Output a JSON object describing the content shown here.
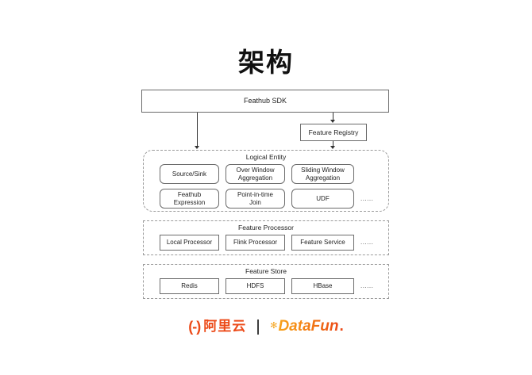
{
  "slide": {
    "title": "架构"
  },
  "diagram": {
    "sdk_bar": {
      "label": "Feathub SDK"
    },
    "registry": {
      "label": "Feature Registry"
    },
    "groups": [
      {
        "name": "logical-entity",
        "label": "Logical Entity",
        "ellipsis": "......",
        "rows": [
          [
            {
              "label": "Source/Sink"
            },
            {
              "label": "Over Window\nAggregation"
            },
            {
              "label": "Sliding Window\nAggregation"
            }
          ],
          [
            {
              "label": "Feathub\nExpression"
            },
            {
              "label": "Point-in-time\nJoin"
            },
            {
              "label": "UDF"
            }
          ]
        ]
      },
      {
        "name": "feature-processor",
        "label": "Feature Processor",
        "ellipsis": "......",
        "rows": [
          [
            {
              "label": "Local Processor"
            },
            {
              "label": "Flink Processor"
            },
            {
              "label": "Feature Service"
            }
          ]
        ]
      },
      {
        "name": "feature-store",
        "label": "Feature Store",
        "ellipsis": "......",
        "rows": [
          [
            {
              "label": "Redis"
            },
            {
              "label": "HDFS"
            },
            {
              "label": "HBase"
            }
          ]
        ]
      }
    ]
  },
  "footer": {
    "alicloud": {
      "mark": "(-)",
      "text": "阿里云"
    },
    "datafun": {
      "spark": "✻",
      "text": "DataFun",
      "dot": "."
    }
  },
  "colors": {
    "accent_orange": "#ec4a18",
    "datafun_yellow": "#f7a21b",
    "node_border": "#6b6b6b",
    "group_border": "#9a9a9a",
    "connector": "#333333"
  }
}
